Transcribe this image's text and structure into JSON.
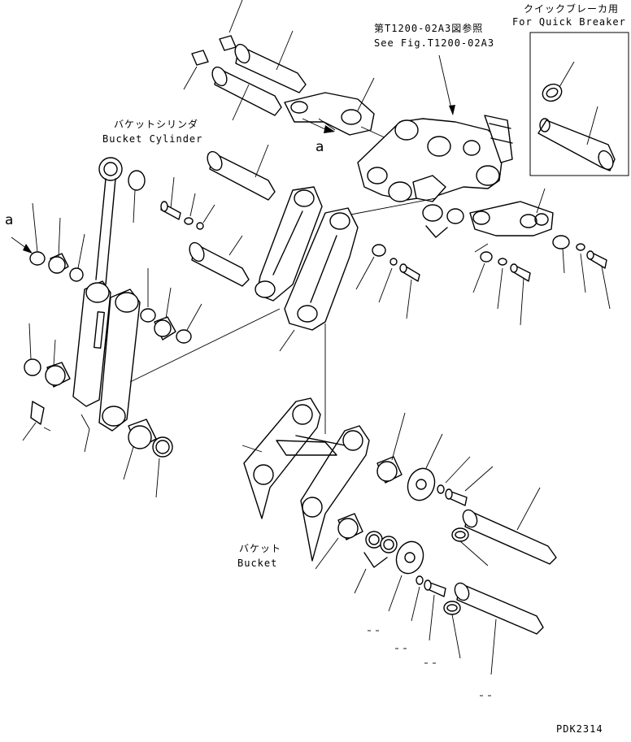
{
  "labels": {
    "ref_fig_jp": "第T1200-02A3図参照",
    "ref_fig_en": "See Fig.T1200-02A3",
    "quick_breaker_jp": "クイックブレーカ用",
    "quick_breaker_en": "For Quick Breaker",
    "bucket_cylinder_jp": "バケットシリンダ",
    "bucket_cylinder_en": "Bucket Cylinder",
    "bucket_jp": "バケット",
    "bucket_en": "Bucket",
    "marker_a": "a",
    "drawing_code": "PDK2314"
  }
}
